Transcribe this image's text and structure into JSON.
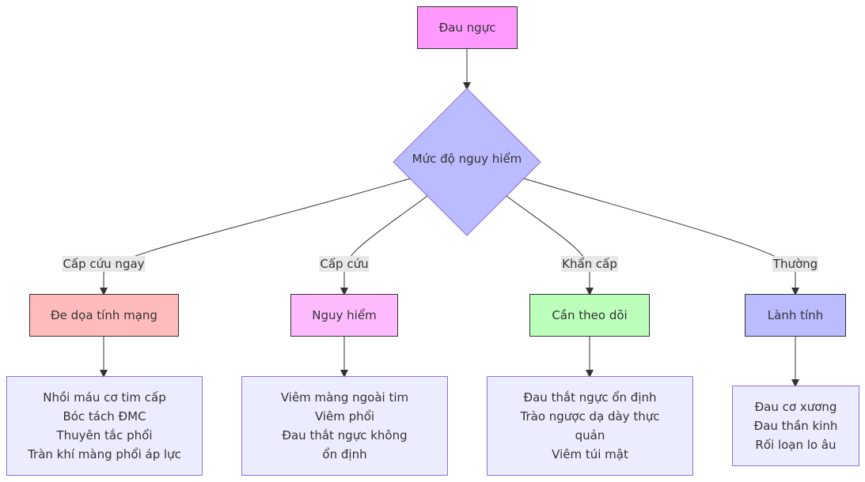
{
  "root": "Đau ngực",
  "decision": "Mức độ nguy hiểm",
  "edge_labels": [
    "Cấp cứu ngay",
    "Cấp cứu",
    "Khẩn cấp",
    "Thường"
  ],
  "categories": [
    {
      "label": "Đe dọa tính mạng",
      "color": "#ffbbbb",
      "items": [
        "Nhồi máu cơ tim cấp",
        "Bóc tách ĐMC",
        "Thuyên tắc phổi",
        "Tràn khí màng phổi áp lực"
      ]
    },
    {
      "label": "Nguy hiểm",
      "color": "#ffbbff",
      "items": [
        "Viêm màng ngoài tim",
        "Viêm phổi",
        "Đau thắt ngực không ổn định"
      ]
    },
    {
      "label": "Cần theo dõi",
      "color": "#bbffbb",
      "items": [
        "Đau thắt ngực ổn định",
        "Trào ngược dạ dày thực quản",
        "Viêm túi mật"
      ]
    },
    {
      "label": "Lành tính",
      "color": "#bbbbff",
      "items": [
        "Đau cơ xương",
        "Đau thần kinh",
        "Rối loạn lo âu"
      ]
    }
  ],
  "colors": {
    "root": "#ff99ff",
    "decision": "#bbbbff"
  }
}
